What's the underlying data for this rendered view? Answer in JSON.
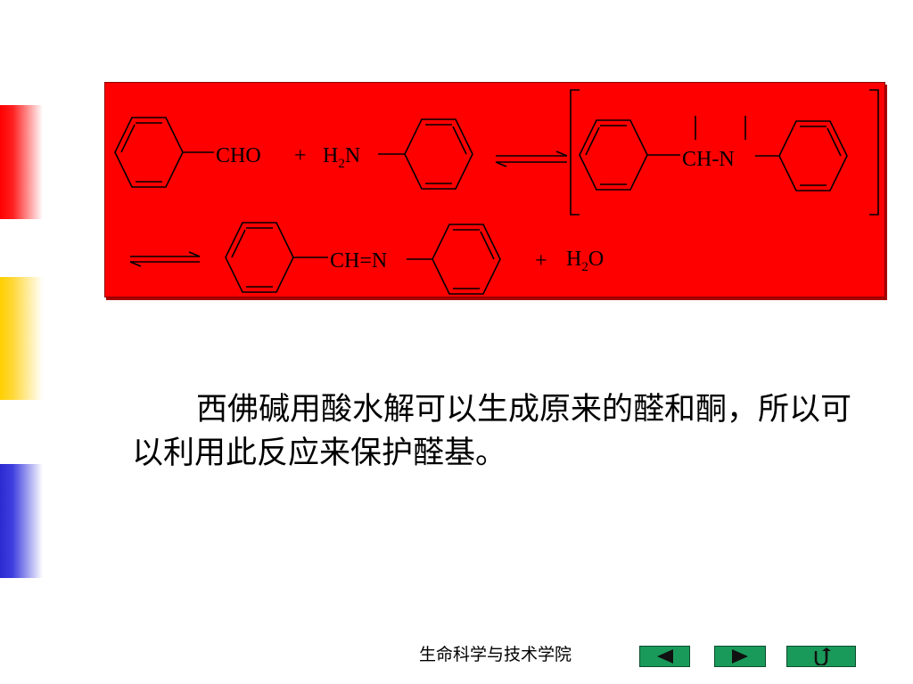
{
  "reaction": {
    "reactant1_group": "CHO",
    "plus1": "+",
    "amine_h": "H",
    "amine_sub": "2",
    "amine_n": "N",
    "intermediate_group": "CH-N",
    "product_group": "CH=N",
    "plus2": "+",
    "water_h": "H",
    "water_sub": "2",
    "water_o": "O"
  },
  "body_text": "西佛碱用酸水解可以生成原来的醛和酮，所以可以利用此反应来保护醛基。",
  "footer": {
    "institution": "生命科学与技术学院"
  },
  "navigation": {
    "prev_icon": "triangle-left-icon",
    "next_icon": "triangle-right-icon",
    "return_icon": "return-arrow-icon"
  },
  "colors": {
    "panel_background": "#ff0000",
    "nav_button": "#1a9a5a",
    "accent_red": "#ff0000",
    "accent_yellow": "#ffd000",
    "accent_blue": "#2a2ad0"
  }
}
